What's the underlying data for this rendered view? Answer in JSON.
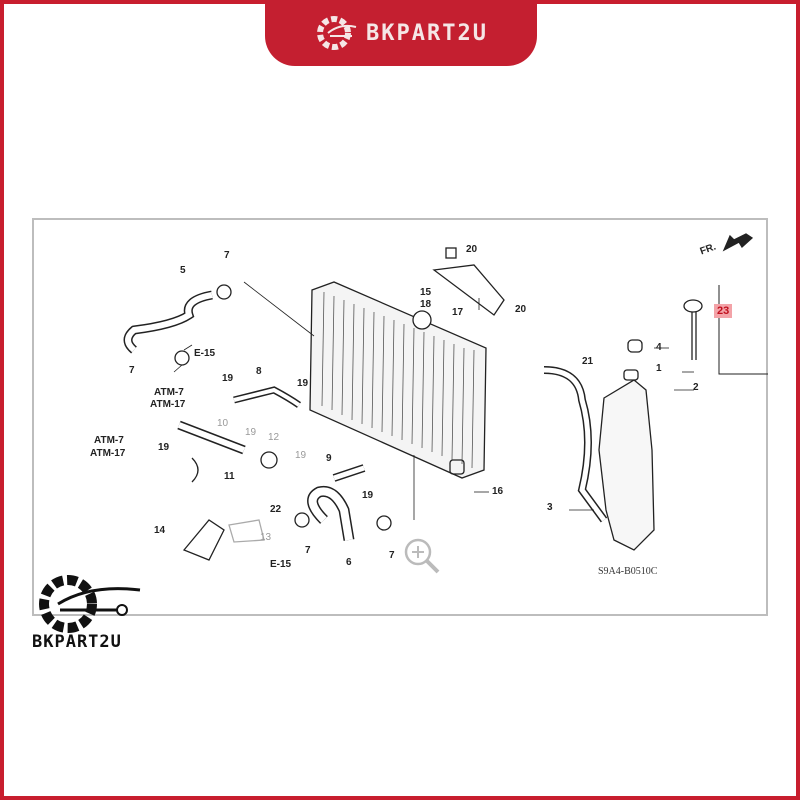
{
  "brand": {
    "name": "BKPART2U",
    "accent": "#c41f30"
  },
  "diagram": {
    "code": "S9A4-B0510C",
    "direction_label": "FR.",
    "highlighted_part": "23",
    "callouts": [
      "7",
      "5",
      "7",
      "E-15",
      "19",
      "8",
      "ATM-7",
      "ATM-17",
      "19",
      "19",
      "ATM-7",
      "ATM-17",
      "10",
      "19",
      "12",
      "19",
      "9",
      "19",
      "11",
      "22",
      "14",
      "13",
      "7",
      "E-15",
      "6",
      "7",
      "16",
      "20",
      "15",
      "18",
      "17",
      "20",
      "21",
      "4",
      "1",
      "2",
      "3",
      "23"
    ]
  }
}
